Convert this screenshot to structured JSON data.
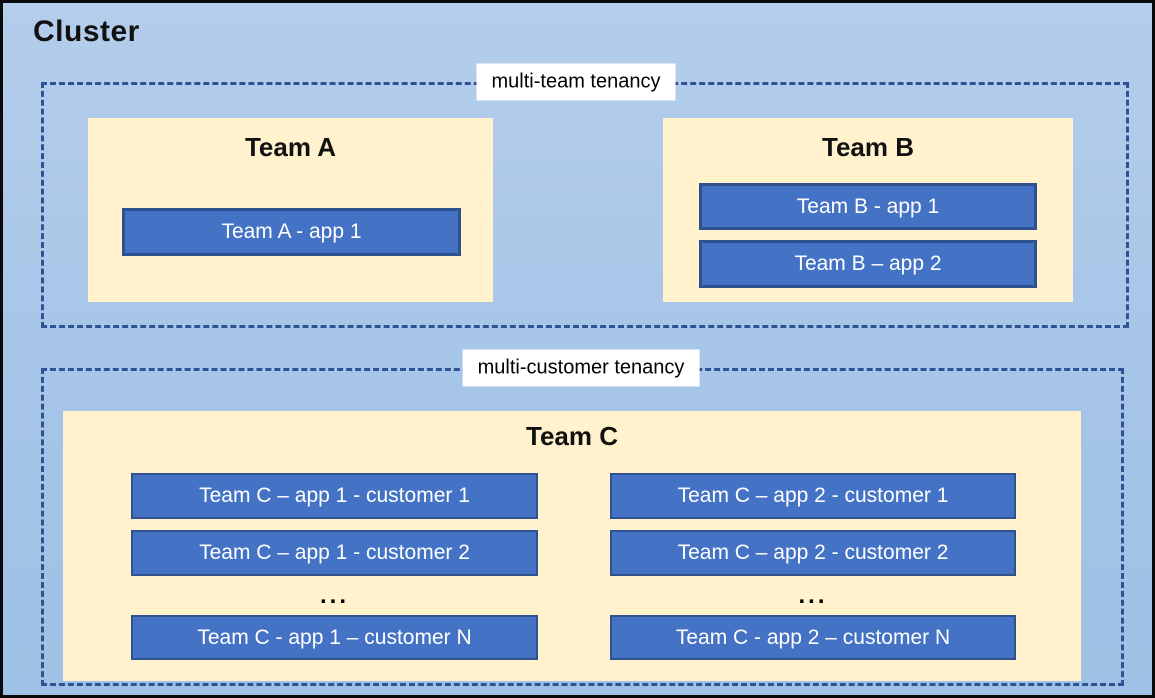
{
  "cluster": {
    "title": "Cluster"
  },
  "multi_team": {
    "label": "multi-team tenancy",
    "team_a": {
      "name": "Team A",
      "apps": [
        "Team A - app 1"
      ]
    },
    "team_b": {
      "name": "Team B",
      "apps": [
        "Team B - app 1",
        "Team B – app 2"
      ]
    }
  },
  "multi_customer": {
    "label": "multi-customer tenancy",
    "team_c": {
      "name": "Team C",
      "col1": {
        "rows": [
          "Team C – app 1 - customer 1",
          "Team C – app 1 - customer 2"
        ],
        "ellipsis": "...",
        "row_n": "Team C - app 1 – customer N"
      },
      "col2": {
        "rows": [
          "Team C – app 2 - customer 1",
          "Team C – app 2 - customer 2"
        ],
        "ellipsis": "...",
        "row_n": "Team C - app 2 – customer N"
      }
    }
  },
  "colors": {
    "canvas_blue": "#A6C5E8",
    "panel_cream": "#FFF2CC",
    "app_fill_blue": "#4472C4",
    "app_border_blue": "#2F528F",
    "dashed_border_blue": "#2F5294",
    "outer_frame_black": "#0A0A0A",
    "label_background": "#FFFFFF",
    "app_text": "#FFFFFF",
    "title_text": "#111111"
  }
}
